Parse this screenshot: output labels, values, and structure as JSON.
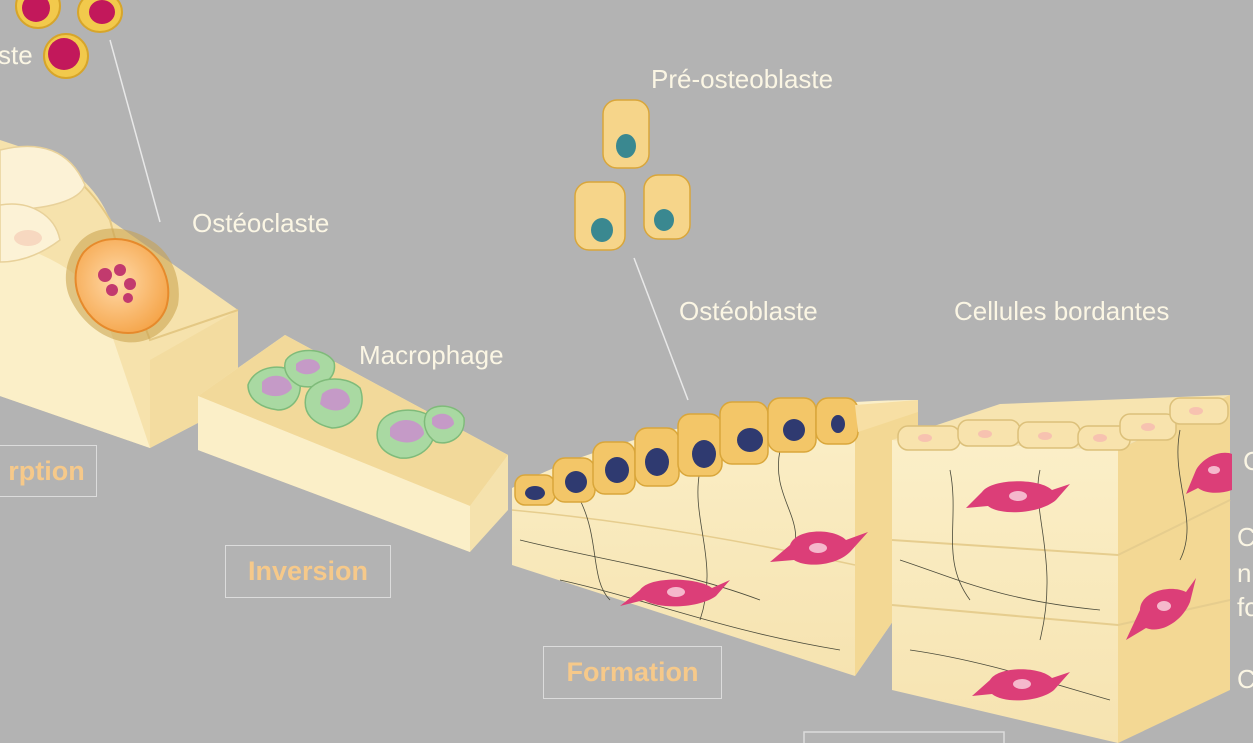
{
  "labels": {
    "pre_osteoblast": "Pré-osteoblaste",
    "osteoclast": "Ostéoclaste",
    "osteoblast": "Ostéoblaste",
    "lining_cells": "Cellules bordantes",
    "macrophage": "Macrophage",
    "left_cut": "ste"
  },
  "stages": {
    "resorption": "rption",
    "inversion": "Inversion",
    "formation": "Formation"
  },
  "right_cut_letters": [
    "C",
    "C",
    "n",
    "fo",
    "C"
  ],
  "colors": {
    "background": "#b3b3b3",
    "label_text": "#fbf6e4",
    "stage_text": "#f6c98a",
    "bone": "#f7e7bb",
    "osteoblast_cell": "#f3c668",
    "osteocyte": "#dc3e78",
    "macrophage": "#a9d9a2",
    "pre_osteoblast_nucleus": "#3a8890",
    "osteoblast_nucleus": "#2f3a70"
  }
}
